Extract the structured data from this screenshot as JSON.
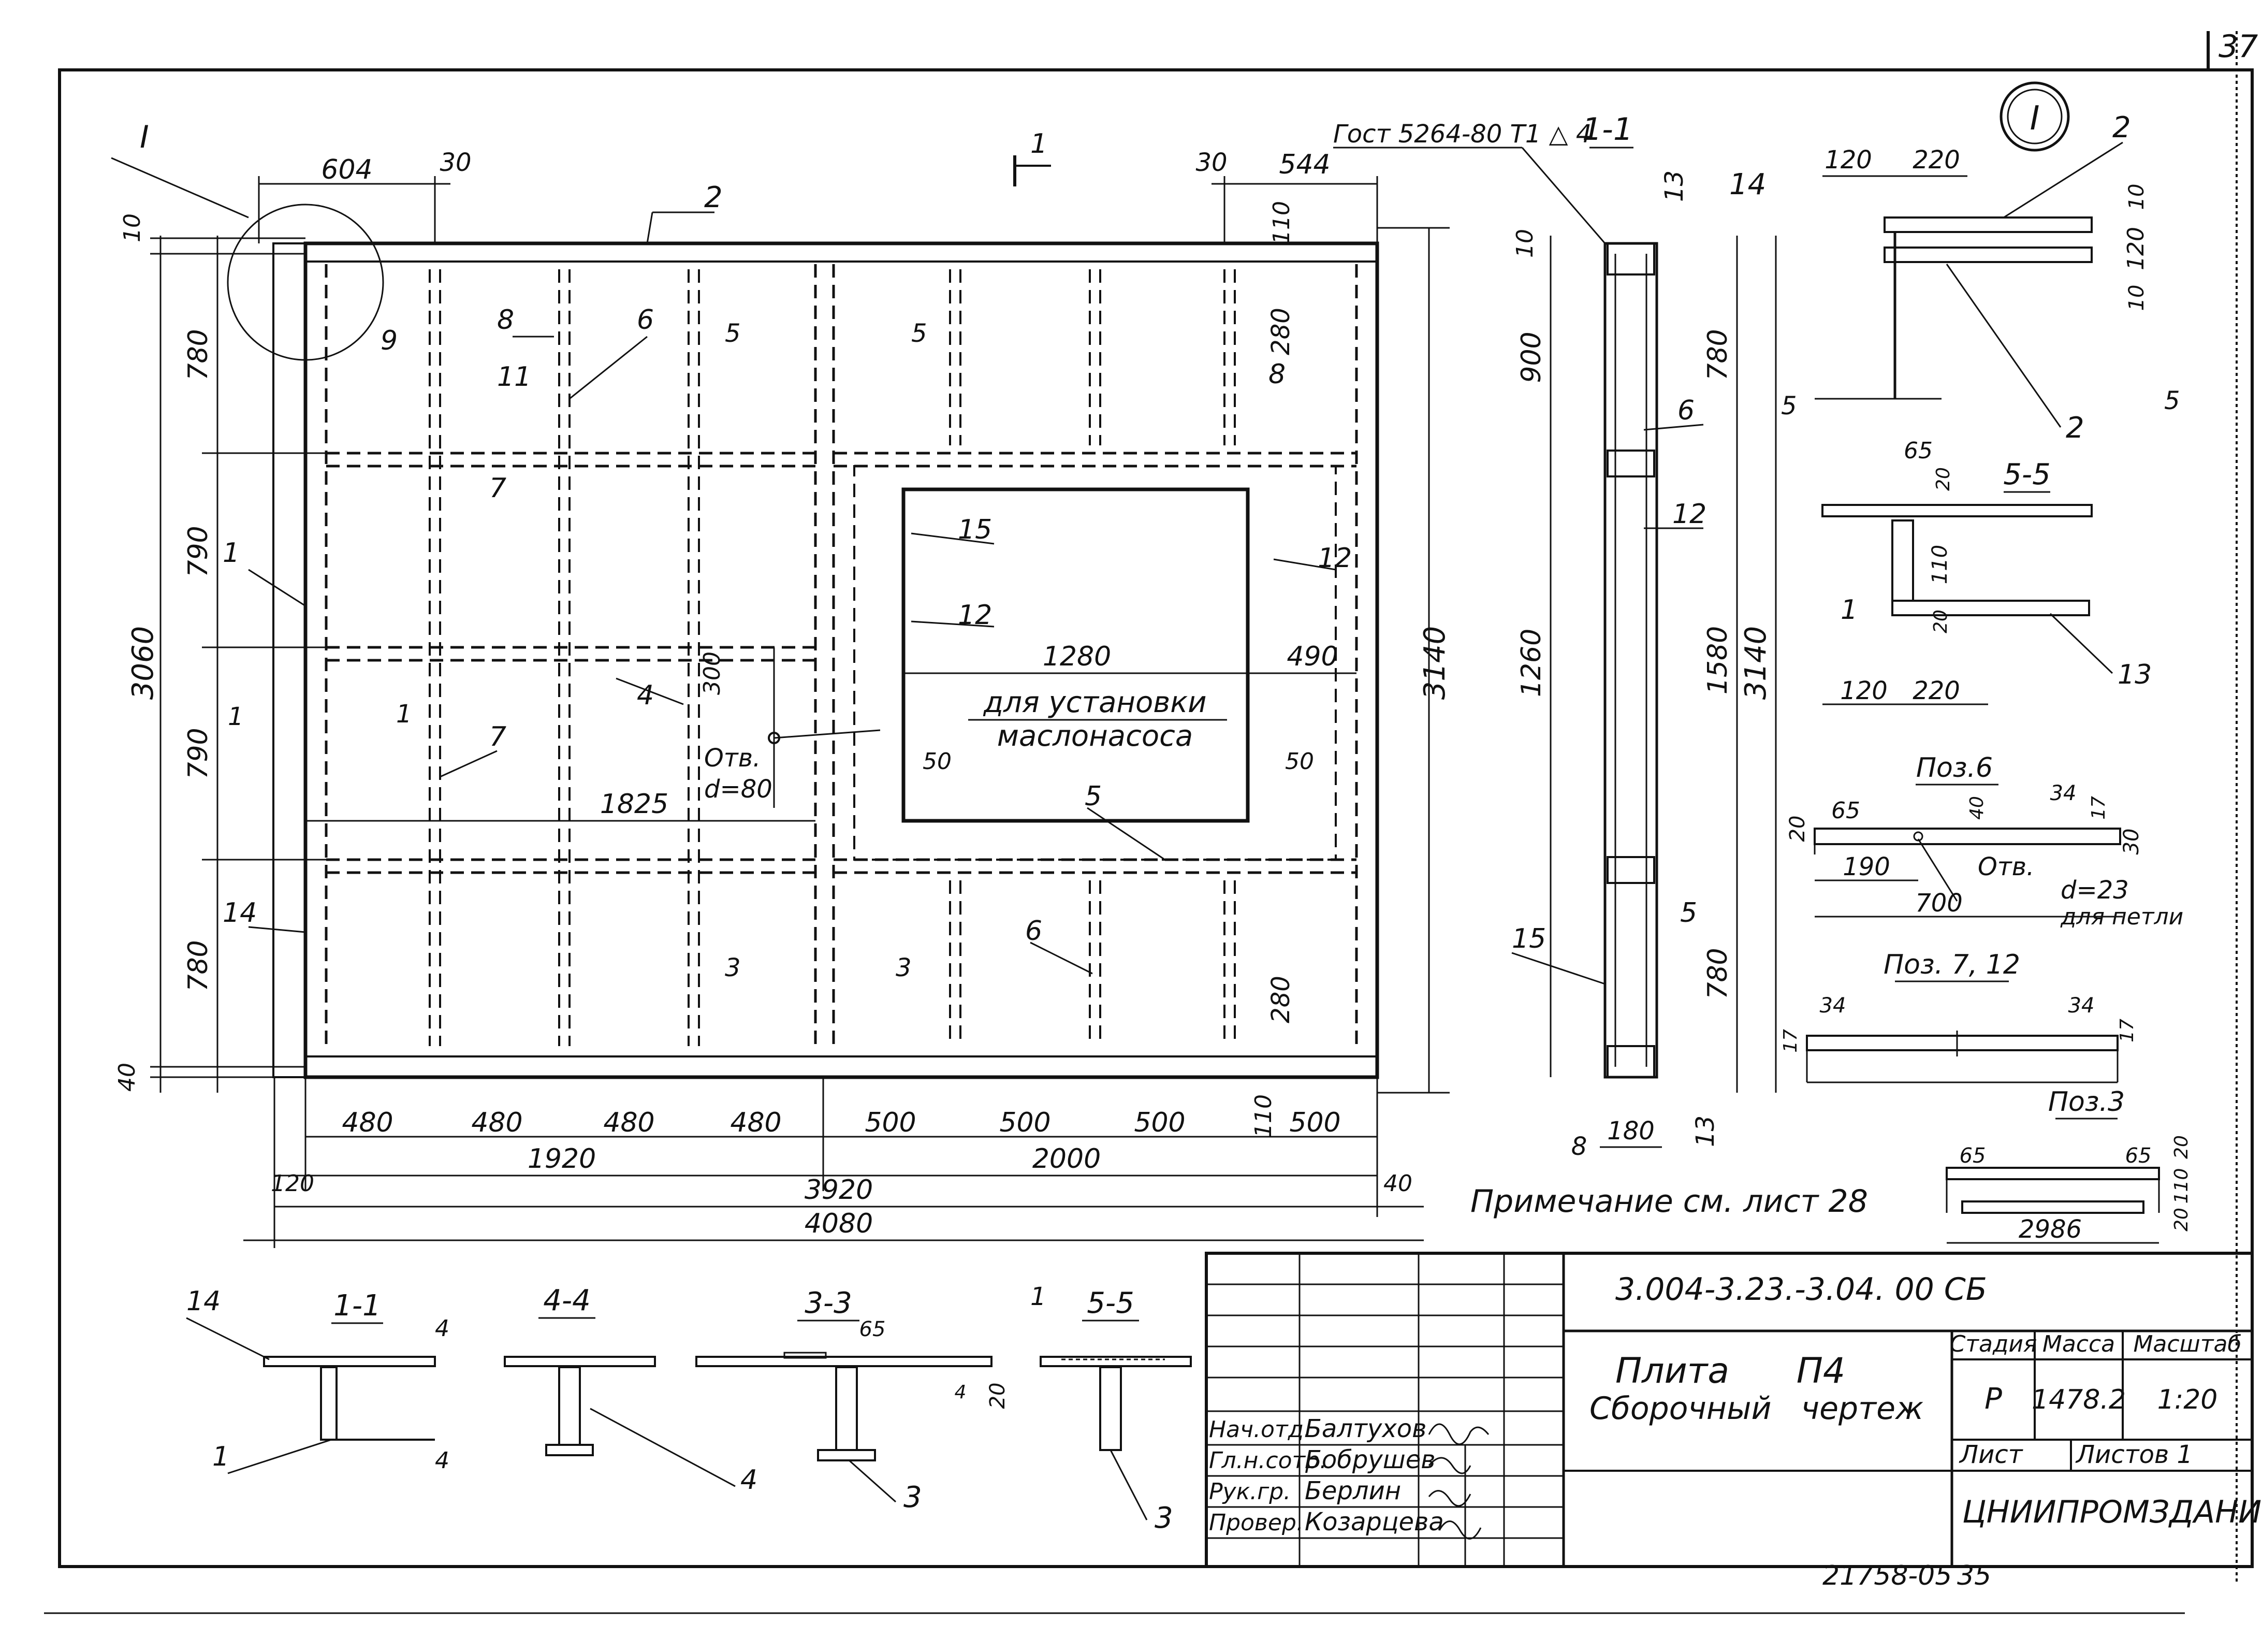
{
  "sheet_corner": "37",
  "detail_marker": "I",
  "gost_note": "Гост 5264-80 T1 △ 4",
  "main_plan": {
    "top_dims": [
      "604",
      "30",
      "30",
      "544"
    ],
    "left_dims": [
      "10",
      "780",
      "790",
      "790",
      "780",
      "40"
    ],
    "left_total": "3060",
    "right_total": "3140",
    "right_small": [
      "110",
      "280",
      "280",
      "110"
    ],
    "bottom_row": [
      "480",
      "480",
      "480",
      "480",
      "500",
      "500",
      "500",
      "500"
    ],
    "bottom_sub": [
      "1920",
      "2000"
    ],
    "bottom_mid": "3920",
    "bottom_total": "4080",
    "bottom_side": [
      "120",
      "40"
    ],
    "opening_width": "1280",
    "opening_side": "490",
    "opening_offsets": [
      "50",
      "50"
    ],
    "hole_dim": "300",
    "hole_text": [
      "Отв.",
      "d=80"
    ],
    "dim_1825": "1825",
    "opening_label": [
      "для установки",
      "маслонасоса"
    ],
    "callouts": [
      "I",
      "2",
      "8",
      "9",
      "11",
      "6",
      "8",
      "7",
      "1",
      "4",
      "7",
      "14",
      "15",
      "12",
      "12",
      "5",
      "6"
    ],
    "section_marks": [
      "1",
      "5",
      "5",
      "1",
      "1",
      "3",
      "3"
    ]
  },
  "section_1_1": {
    "title": "1-1",
    "dims_left": [
      "10",
      "900",
      "1260"
    ],
    "dims_right": [
      "780",
      "1580",
      "780"
    ],
    "total": "3140",
    "bottom": [
      "8",
      "180"
    ],
    "callouts": [
      "13",
      "6",
      "12",
      "5",
      "15",
      "13"
    ]
  },
  "detail_I": {
    "dims": [
      "120",
      "220",
      "10",
      "120",
      "10"
    ],
    "callouts": [
      "2",
      "14",
      "2"
    ],
    "marks": [
      "5",
      "5"
    ]
  },
  "detail_5_5": {
    "title": "5-5",
    "dims": [
      "65",
      "20",
      "110",
      "20",
      "120",
      "220"
    ],
    "callouts": [
      "1",
      "13"
    ]
  },
  "poz6": {
    "title": "Поз.6",
    "dims": [
      "65",
      "40",
      "34",
      "17",
      "20",
      "30",
      "190",
      "700"
    ],
    "text": [
      "Отв.",
      "d=23",
      "для петли"
    ]
  },
  "poz7_12": {
    "title": "Поз. 7, 12",
    "dims": [
      "34",
      "34",
      "17",
      "17"
    ]
  },
  "poz3": {
    "title": "Поз.3",
    "dims": [
      "65",
      "65",
      "20",
      "110",
      "20",
      "2986"
    ]
  },
  "note": "Примечание см. лист 28",
  "bottom_sections": [
    {
      "title": "1-1",
      "marks": [
        "4",
        "4"
      ],
      "callouts": [
        "14",
        "1"
      ]
    },
    {
      "title": "4-4",
      "callouts": [
        "4"
      ]
    },
    {
      "title": "3-3",
      "dims": [
        "65",
        "20",
        "4"
      ],
      "callouts": [
        "3"
      ]
    },
    {
      "title": "5-5",
      "marks": [
        "1"
      ],
      "callouts": [
        "3"
      ]
    }
  ],
  "title_block": {
    "doc_code": "3.004-3.23.-3.04. 00 СБ",
    "title_line1": "Плита      П4",
    "title_line2": "Сборочный   чертеж",
    "col_headers": [
      "Стадия",
      "Масса",
      "Масштаб"
    ],
    "stage": "Р",
    "mass": "1478.2",
    "scale": "1:20",
    "sheet_label": "Лист",
    "sheets_label": "Листов 1",
    "org": "ЦНИИПРОМЗДАНИЙ",
    "signatures": [
      {
        "role": "Нач.отд.",
        "name": "Балтухов"
      },
      {
        "role": "Гл.н.сотр.",
        "name": "Бобрушев"
      },
      {
        "role": "Рук.гр.",
        "name": "Берлин"
      },
      {
        "role": "Провер.",
        "name": "Козарцева"
      }
    ]
  },
  "bottom_stamp": [
    "21758-05",
    "35"
  ],
  "colors": {
    "ink": "#111111",
    "paper": "#ffffff"
  }
}
